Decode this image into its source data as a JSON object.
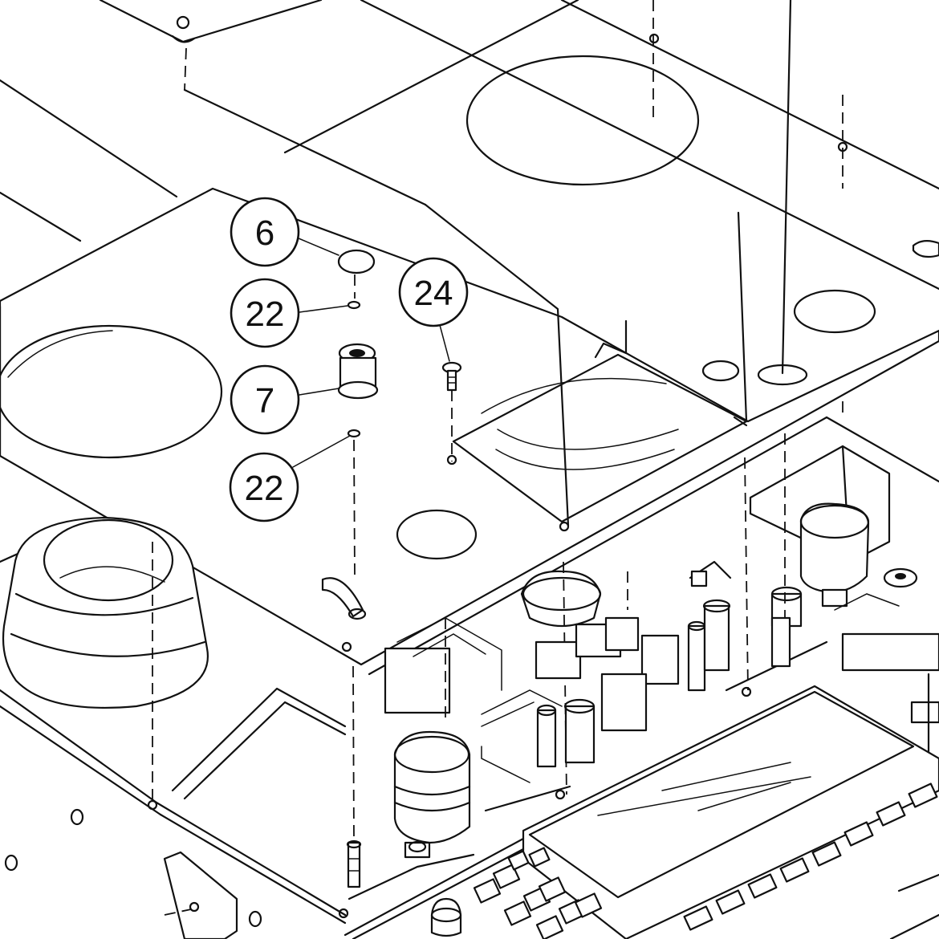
{
  "diagram": {
    "callouts": [
      {
        "id": "c6",
        "label": "6",
        "part": "cap"
      },
      {
        "id": "c22a",
        "label": "22",
        "part": "washer"
      },
      {
        "id": "c7",
        "label": "7",
        "part": "spacer"
      },
      {
        "id": "c22b",
        "label": "22",
        "part": "washer"
      },
      {
        "id": "c24",
        "label": "24",
        "part": "screw"
      }
    ],
    "colors": {
      "line": "#111111",
      "paper": "#ffffff"
    }
  }
}
